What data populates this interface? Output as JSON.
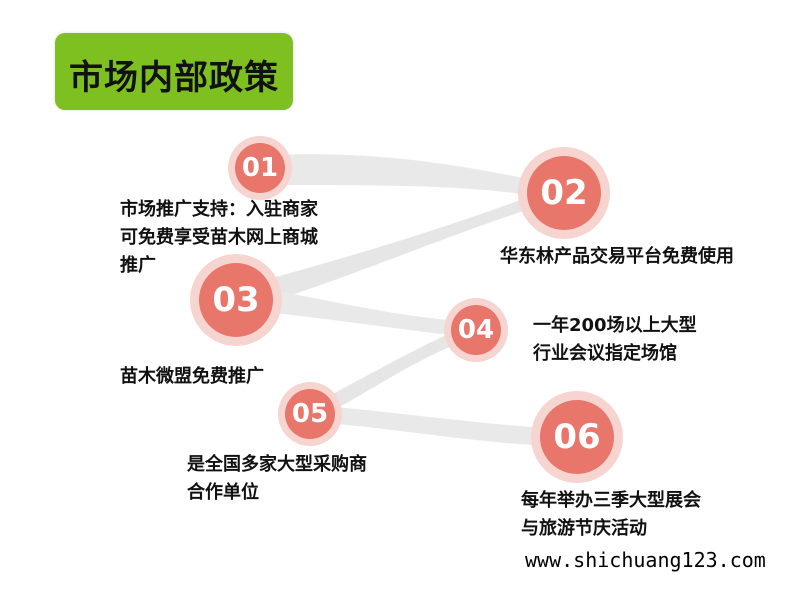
{
  "title": "市场内部政策",
  "colors": {
    "title_bg": "#7dc01f",
    "circle_fill": "#e8766b",
    "ring": "#f6d5d1",
    "connector": "#e9e9e9"
  },
  "nodes": [
    {
      "id": "01",
      "label": "01",
      "text": [
        "市场推广支持：入驻商家",
        "可免费享受苗木网上商城",
        "推广"
      ]
    },
    {
      "id": "02",
      "label": "02",
      "text": [
        "华东林产品交易平台免费使用"
      ]
    },
    {
      "id": "03",
      "label": "03",
      "text": [
        "苗木微盟免费推广"
      ]
    },
    {
      "id": "04",
      "label": "04",
      "text": [
        "一年200场以上大型",
        "行业会议指定场馆"
      ]
    },
    {
      "id": "05",
      "label": "05",
      "text": [
        "是全国多家大型采购商",
        "合作单位"
      ]
    },
    {
      "id": "06",
      "label": "06",
      "text": [
        "每年举办三季大型展会",
        "与旅游节庆活动"
      ]
    }
  ],
  "website": "www.shichuang123.com"
}
